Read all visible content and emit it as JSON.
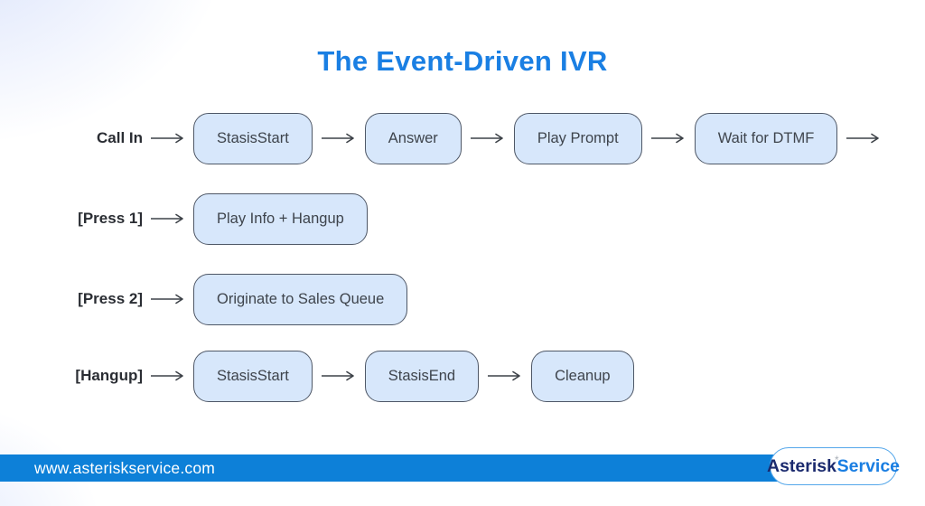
{
  "title": "The Event-Driven IVR",
  "colors": {
    "title_blue": "#1a7fe3",
    "node_fill": "#d7e7fb",
    "node_border": "#4e5766",
    "footer_bar": "#0d80d8",
    "logo_navy": "#1b2a6e",
    "logo_blue": "#1a7ee2"
  },
  "rows": [
    {
      "label": "Call In",
      "nodes": [
        "StasisStart",
        "Answer",
        "Play Prompt",
        "Wait for DTMF"
      ],
      "trailing_arrow": true
    },
    {
      "label": "[Press 1]",
      "nodes": [
        "Play Info + Hangup"
      ],
      "trailing_arrow": false
    },
    {
      "label": "[Press 2]",
      "nodes": [
        "Originate to Sales Queue"
      ],
      "trailing_arrow": false
    },
    {
      "label": "[Hangup]",
      "nodes": [
        "StasisStart",
        "StasisEnd",
        "Cleanup"
      ],
      "trailing_arrow": false
    }
  ],
  "footer": {
    "url": "www.asteriskservice.com",
    "logo": {
      "part1": "Asterisk",
      "star": "*",
      "part2": "Service"
    }
  }
}
